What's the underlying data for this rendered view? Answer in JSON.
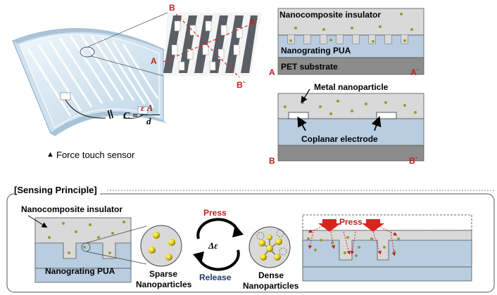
{
  "top": {
    "sensor": {
      "caption": "Force touch sensor",
      "caption_marker": "▲",
      "parallel_symbol": "||",
      "formula_lhs": "C =",
      "formula_num": "ε A",
      "formula_den": "d"
    },
    "zoom": {
      "point_b": "B",
      "point_a_prime": "A`",
      "point_a": "A",
      "point_b_prime": "B`"
    },
    "section_aa": {
      "insulator": "Nanocomposite insulator",
      "grating": "Nanograting PUA",
      "substrate": "PET substrate",
      "end_left": "A",
      "end_right": "A`"
    },
    "section_bb": {
      "particle": "Metal nanoparticle",
      "electrode": "Coplanar electrode",
      "end_left": "B",
      "end_right": "B`"
    }
  },
  "principle": {
    "heading": "[Sensing Principle]",
    "insulator": "Nanocomposite insulator",
    "grating": "Nanograting PUA",
    "sparse": "Sparse",
    "sparse2": "Nanoparticles",
    "press": "Press",
    "release": "Release",
    "delta": "Δε",
    "dense": "Dense",
    "dense2": "Nanoparticles",
    "press_right": "Press"
  },
  "colors": {
    "insulator_fill": "#d9d9d9",
    "substrate_fill": "#b8cde0",
    "pet_fill": "#8c8c8c",
    "particle": "#9a9a30",
    "particle_big": "#e8d21a",
    "accent_red": "#c0201c",
    "release_blue": "#1f3b6b"
  }
}
